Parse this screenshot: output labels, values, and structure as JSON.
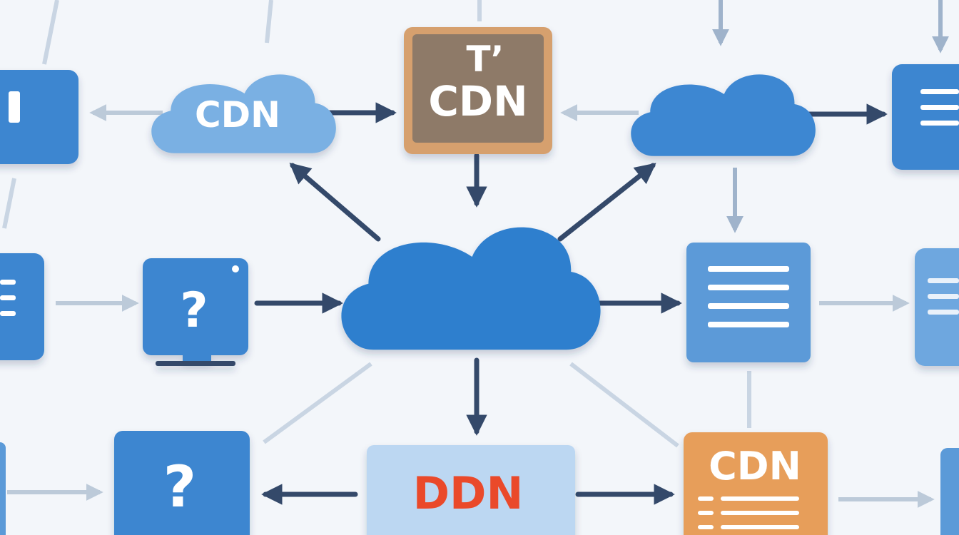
{
  "diagram": {
    "labels": {
      "cloud_left": "CDN",
      "box_top_line1": "T’",
      "box_top_line2": "CDN",
      "question_mid": "?",
      "question_bottom": "?",
      "box_bottom_center": "DDN",
      "box_bottom_right": "CDN"
    },
    "icons": {
      "question_mid": "monitor-question-icon",
      "question_bottom": "question-icon",
      "docs": "document-lines-icon",
      "cloud": "cloud-icon"
    },
    "colors": {
      "background": "#f3f6fa",
      "blue": "#2f7fce",
      "blue_light": "#6ea7df",
      "blue_pale": "#bcd7f2",
      "brown": "#8e7a68",
      "brown_border": "#d6a06e",
      "orange": "#e79e5a",
      "red_text": "#ea4a2b",
      "arrow_dark": "#34496a",
      "arrow_light": "#bccad9"
    }
  }
}
